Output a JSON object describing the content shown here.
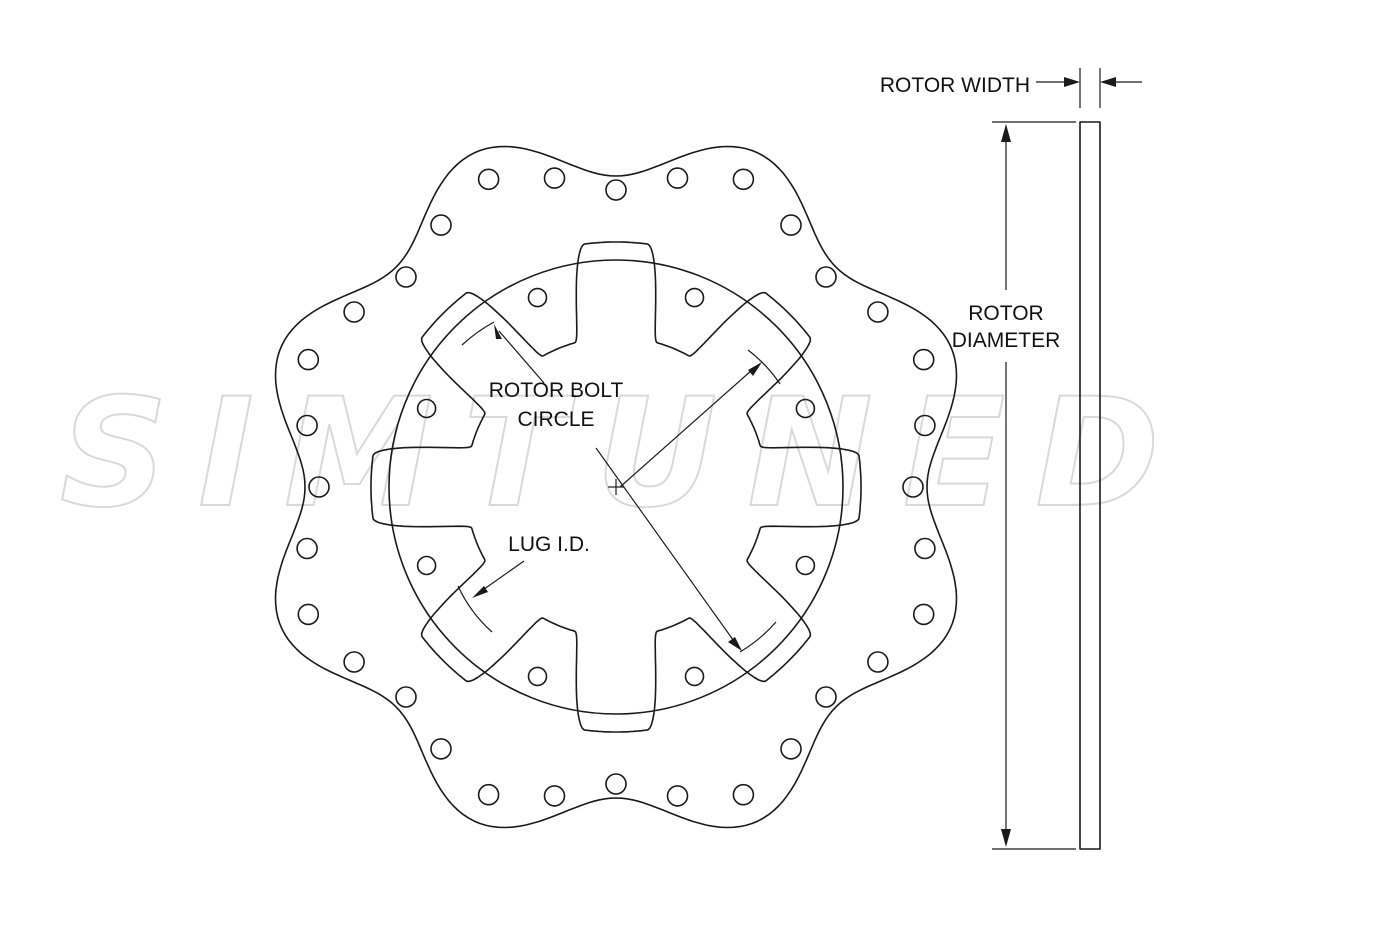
{
  "labels": {
    "rotor_width": "ROTOR WIDTH",
    "rotor_diameter": [
      "ROTOR",
      "DIAMETER"
    ],
    "rotor_bolt_circle": [
      "ROTOR BOLT",
      "CIRCLE"
    ],
    "lug_id": "LUG I.D."
  },
  "watermark": "SIMTUNED",
  "rotor": {
    "outer_lobes": 8,
    "lug_arms": 8,
    "outer_holes": 32,
    "bolt_holes": 8
  },
  "colors": {
    "line": "#1a1a1a",
    "watermark": "#d9d9d9",
    "background": "#ffffff"
  }
}
